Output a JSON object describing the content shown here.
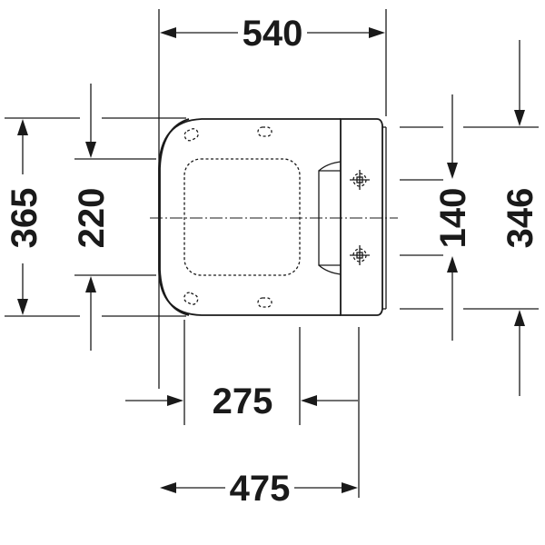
{
  "dimensions": {
    "overall_length": "540",
    "overall_width": "365",
    "inner_width": "220",
    "fixing_spacing": "140",
    "outer_width": "346",
    "inner_length": "275",
    "fixing_length": "475"
  },
  "colors": {
    "line": "#1a1a1a",
    "background": "#ffffff"
  },
  "icons": [
    "fixing-point-icon"
  ]
}
